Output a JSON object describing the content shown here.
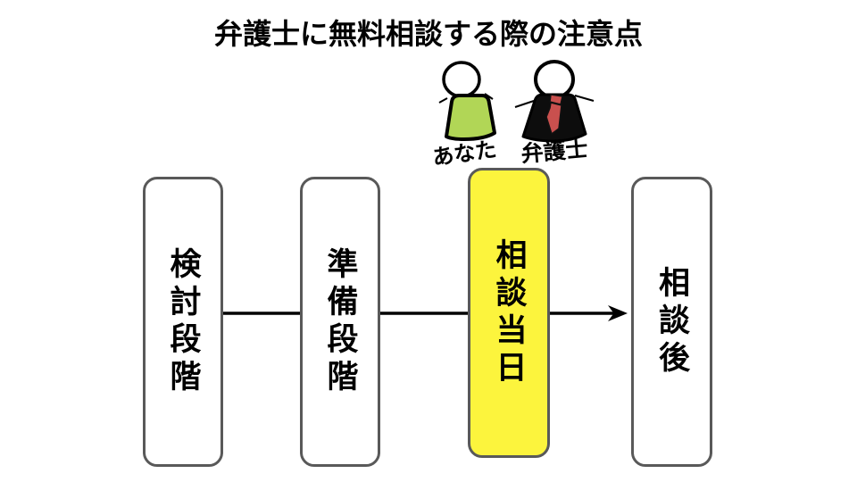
{
  "title": "弁護士に無料相談する際の注意点",
  "people": {
    "you": {
      "label": "あなた",
      "body_color": "#b1d656",
      "head_fill": "#ffffff",
      "outline": "#000000"
    },
    "lawyer": {
      "label": "弁護士",
      "suit_color": "#0d0d0d",
      "tie_color": "#c9504e",
      "head_fill": "#ffffff",
      "outline": "#000000"
    }
  },
  "stages": [
    {
      "label": "検討段階",
      "highlighted": false
    },
    {
      "label": "準備段階",
      "highlighted": false
    },
    {
      "label": "相談当日",
      "highlighted": true
    },
    {
      "label": "相談後",
      "highlighted": false
    }
  ],
  "colors": {
    "box_fill": "#ffffff",
    "highlight_fill": "#fcf43d",
    "box_border": "#595959",
    "arrow": "#000000",
    "text": "#000000"
  }
}
